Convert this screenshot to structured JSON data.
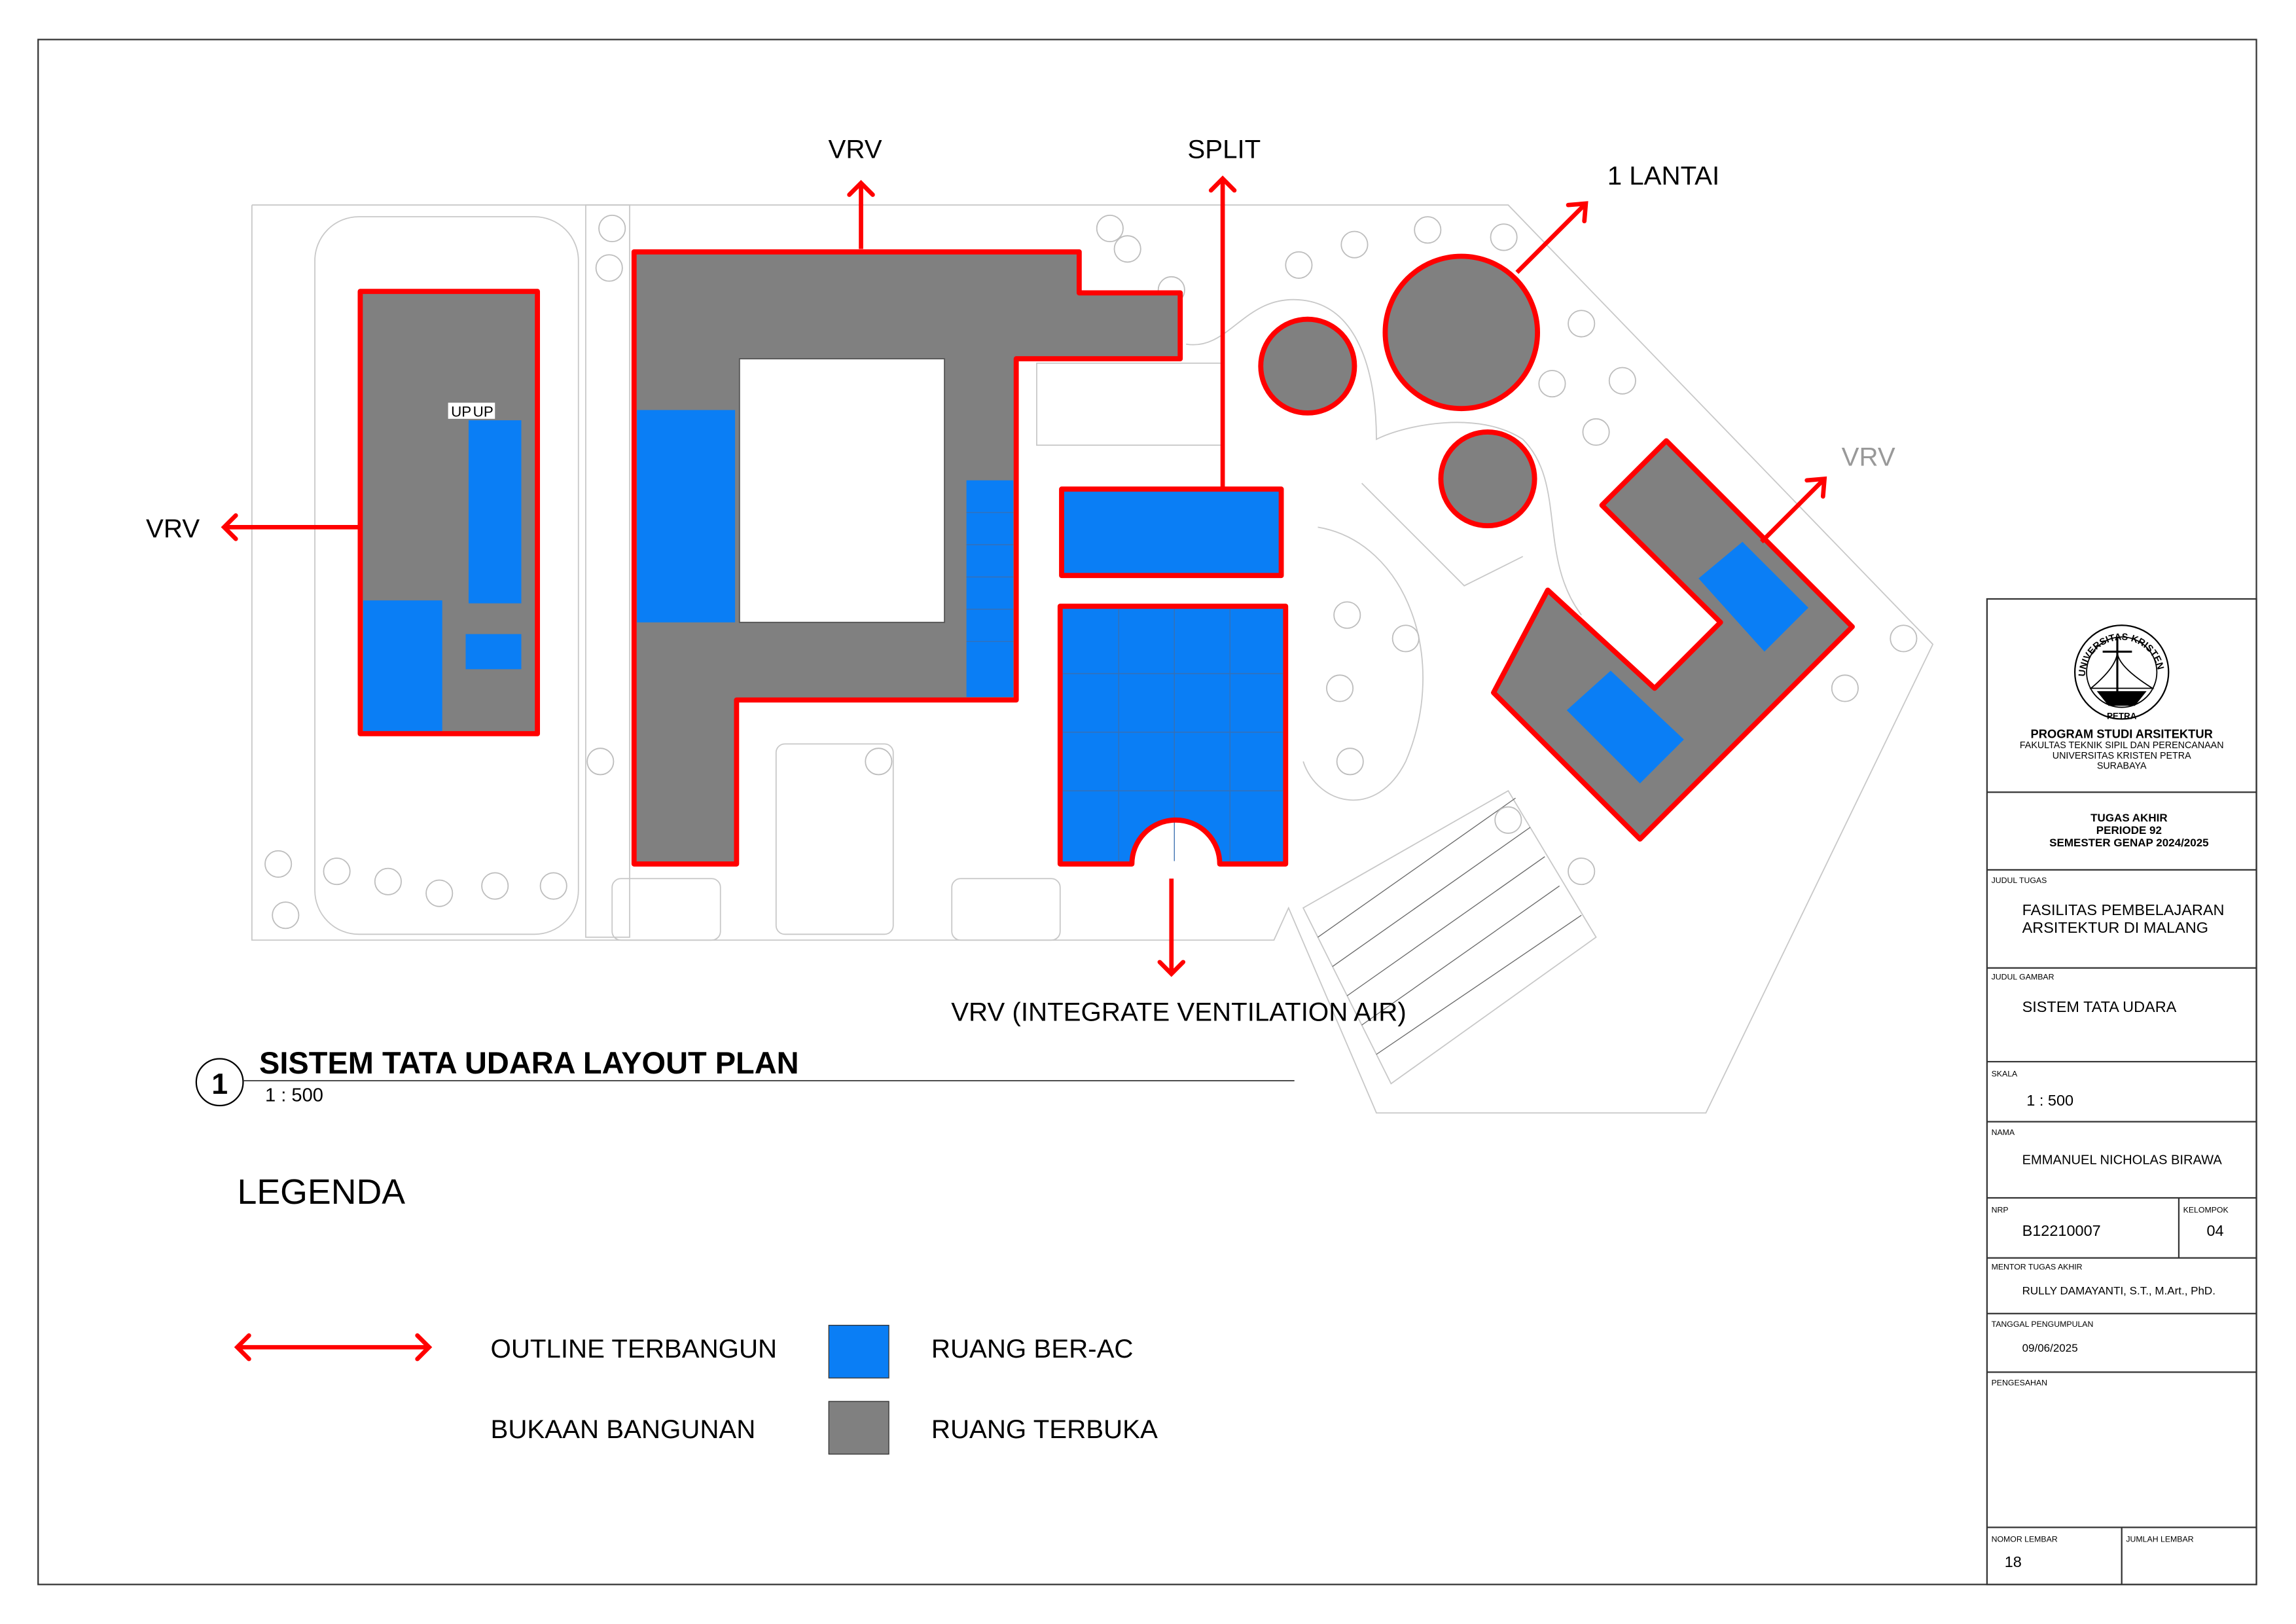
{
  "plan": {
    "annotations": {
      "top_left_building": "VRV",
      "top_center": "SPLIT",
      "top_right_circles": "1 LANTAI",
      "left_building": "VRV",
      "right_building": "VRV",
      "bottom_building": "VRV (INTEGRATE VENTILATION AIR)",
      "stair_labels": [
        "UP",
        "UP"
      ]
    },
    "title_number": "1",
    "title": "SISTEM TATA UDARA LAYOUT PLAN",
    "scale": "1 : 500"
  },
  "legend": {
    "heading": "LEGENDA",
    "items": [
      {
        "label": "OUTLINE TERBANGUN",
        "symbol": "red-double-arrow"
      },
      {
        "label": "RUANG BER-AC",
        "color": "#0a7ef5"
      },
      {
        "label": "BUKAAN BANGUNAN",
        "symbol": "none"
      },
      {
        "label": "RUANG TERBUKA",
        "color": "#808080"
      }
    ]
  },
  "colors": {
    "outline": "#ff0000",
    "ac_room": "#0a7ef5",
    "open_room": "#808080"
  },
  "title_block": {
    "logo_text": "UNIVERSITAS KRISTEN PETRA",
    "program": "PROGRAM STUDI ARSITEKTUR",
    "faculty": "FAKULTAS TEKNIK SIPIL DAN PERENCANAAN",
    "university": "UNIVERSITAS KRISTEN PETRA",
    "city": "SURABAYA",
    "course": "TUGAS AKHIR",
    "period": "PERIODE 92",
    "semester": "SEMESTER GENAP 2024/2025",
    "judul_tugas_label": "JUDUL TUGAS",
    "judul_tugas": [
      "FASILITAS PEMBELAJARAN",
      "ARSITEKTUR DI MALANG"
    ],
    "judul_gambar_label": "JUDUL GAMBAR",
    "judul_gambar": "SISTEM TATA UDARA",
    "skala_label": "SKALA",
    "skala": "1 : 500",
    "nama_label": "NAMA",
    "nama": "EMMANUEL NICHOLAS BIRAWA",
    "nrp_label": "NRP",
    "nrp": "B12210007",
    "kelompok_label": "KELOMPOK",
    "kelompok": "04",
    "mentor_label": "MENTOR TUGAS AKHIR",
    "mentor": "RULLY DAMAYANTI, S.T., M.Art., PhD.",
    "tanggal_label": "TANGGAL PENGUMPULAN",
    "tanggal": "09/06/2025",
    "pengesahan_label": "PENGESAHAN",
    "nomor_lembar_label": "NOMOR LEMBAR",
    "nomor_lembar": "18",
    "jumlah_lembar_label": "JUMLAH LEMBAR"
  }
}
